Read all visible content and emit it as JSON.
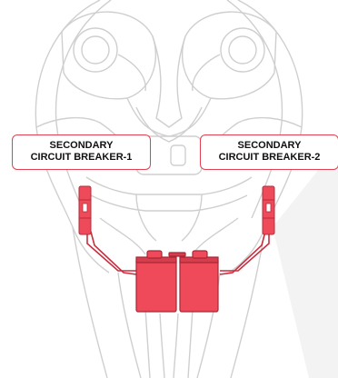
{
  "callouts": {
    "left": {
      "line1": "SECONDARY",
      "line2": "CIRCUIT BREAKER-1"
    },
    "right": {
      "line1": "SECONDARY",
      "line2": "CIRCUIT BREAKER-2"
    }
  },
  "colors": {
    "highlight": "#ee4a5a",
    "highlight_dark": "#c72f3f",
    "outline": "#c9c9c9",
    "label_text": "#111111"
  },
  "icons": [
    "motorcycle-front-outline",
    "circuit-breaker",
    "battery"
  ]
}
